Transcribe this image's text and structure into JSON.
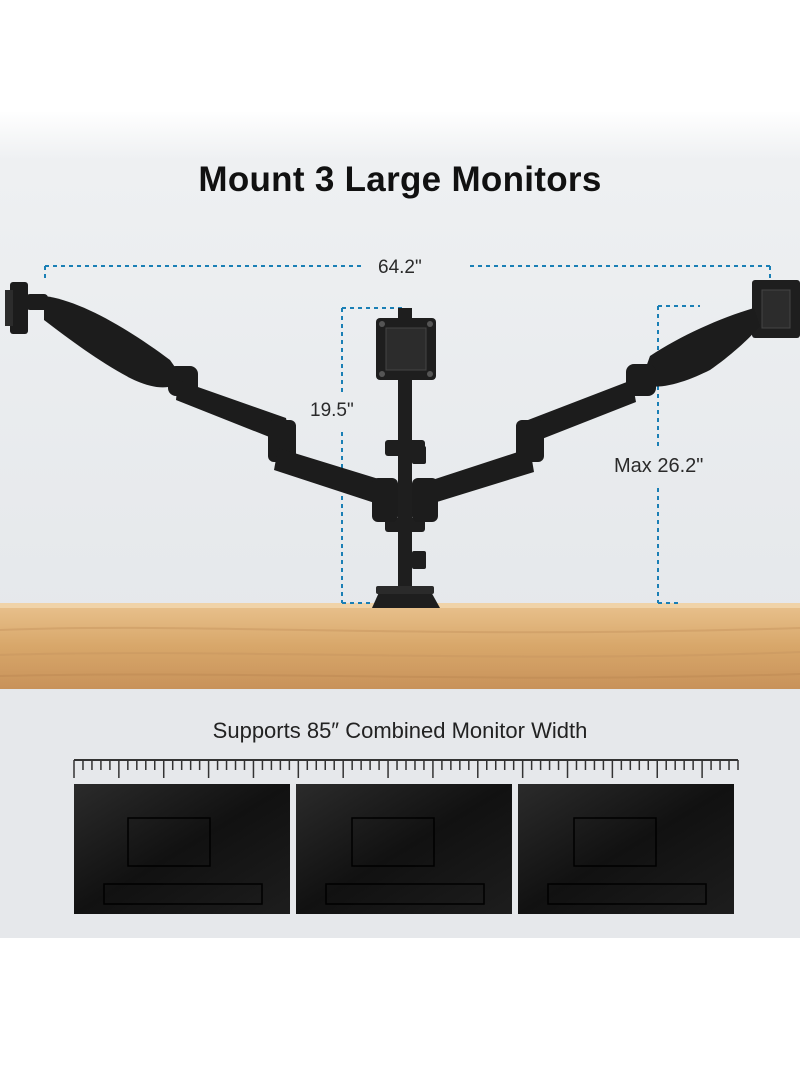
{
  "title": "Mount 3 Large Monitors",
  "dimensions": {
    "total_width": "64.2\"",
    "pole_height": "19.5\"",
    "max_height": "Max 26.2\""
  },
  "supports_text": "Supports 85″ Combined Monitor Width",
  "colors": {
    "dimension_line": "#1a7fb5",
    "desk": "#d9a86a",
    "mount": "#1e1e1e"
  },
  "icons": [
    "monitor-arm-left",
    "monitor-arm-center",
    "monitor-arm-right",
    "ruler",
    "monitor-back"
  ]
}
